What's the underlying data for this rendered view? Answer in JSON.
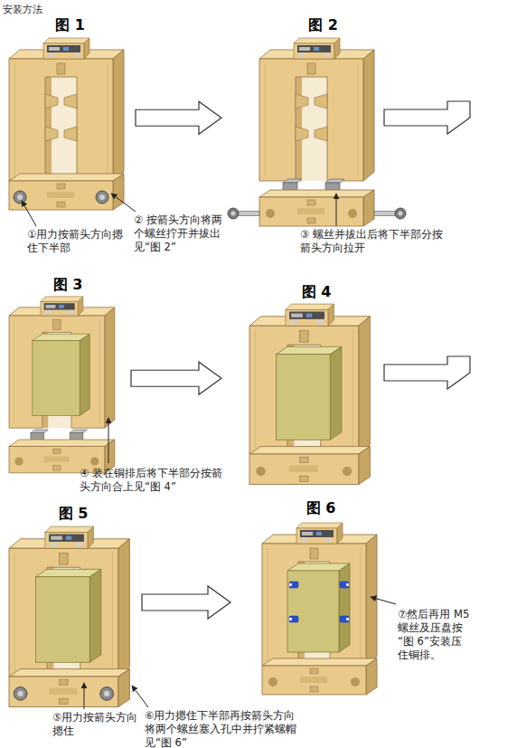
{
  "diagram": {
    "nodes": [
      {
        "text": [
          "图 1"
        ]
      },
      {
        "text": [
          "图 2"
        ]
      },
      {
        "text": [
          "图 3"
        ]
      },
      {
        "text": [
          "图 4"
        ]
      },
      {
        "text": [
          "图 5"
        ]
      },
      {
        "text": [
          "图 6"
        ]
      }
    ],
    "edges": [
      {
        "from": 0,
        "to": 1,
        "arrow": "to"
      },
      {
        "from": 2,
        "to": 3,
        "arrow": "to"
      },
      {
        "from": 4,
        "to": 5,
        "arrow": "to"
      }
    ],
    "labels": [
      "安装方法",
      "①用力按箭头方向摁住下半部",
      "② 按箭头方向将两个螺丝拧开并拔出见“图 2”",
      "③ 螺丝并拔出后将下半部分按箭头方向拉开",
      "④ 装在铜排后将下半部分按箭头方向合上见“图 4”",
      "⑤用力按箭头方向摁住",
      "⑥用力摁住下半部再按箭头方向将两个螺丝塞入孔中并拧紧螺帽见“图 6”",
      "⑦然后再用 M5 螺丝及压盘按“图 6”安装压住铜排。"
    ]
  }
}
